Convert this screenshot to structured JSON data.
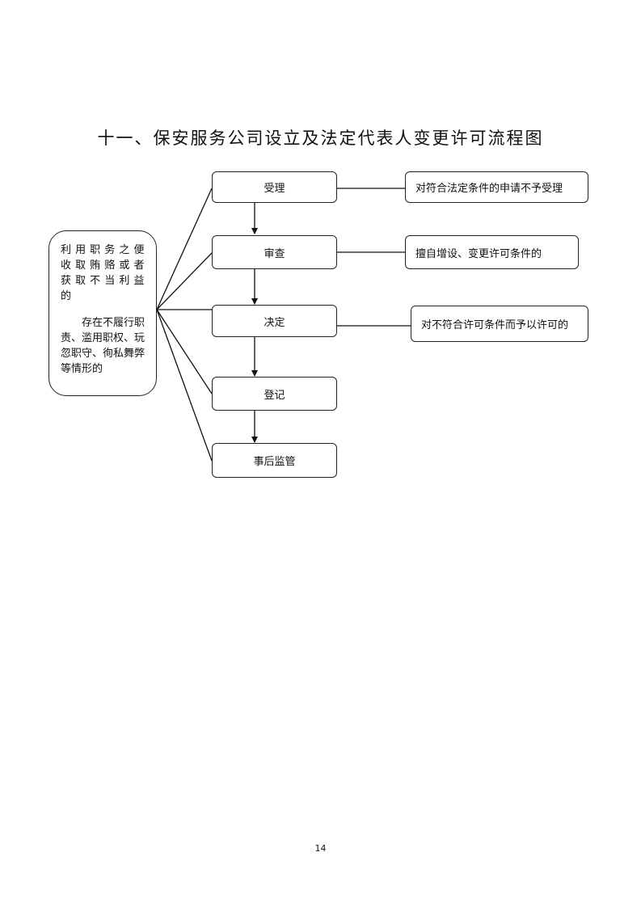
{
  "title": "十一、保安服务公司设立及法定代表人变更许可流程图",
  "steps": {
    "s1": "受理",
    "s2": "审查",
    "s3": "决定",
    "s4": "登记",
    "s5": "事后监管"
  },
  "notes": {
    "n1": "对符合法定条件的申请不予受理",
    "n2": "擅自增设、变更许可条件的",
    "n3": "对不符合许可条件而予以许可的"
  },
  "left_box": {
    "p1": "利用职务之便收取贿赂或者获取不当利益的",
    "p2": "存在不履行职责、滥用职权、玩忽职守、徇私舞弊等情形的"
  },
  "page_number": "14"
}
